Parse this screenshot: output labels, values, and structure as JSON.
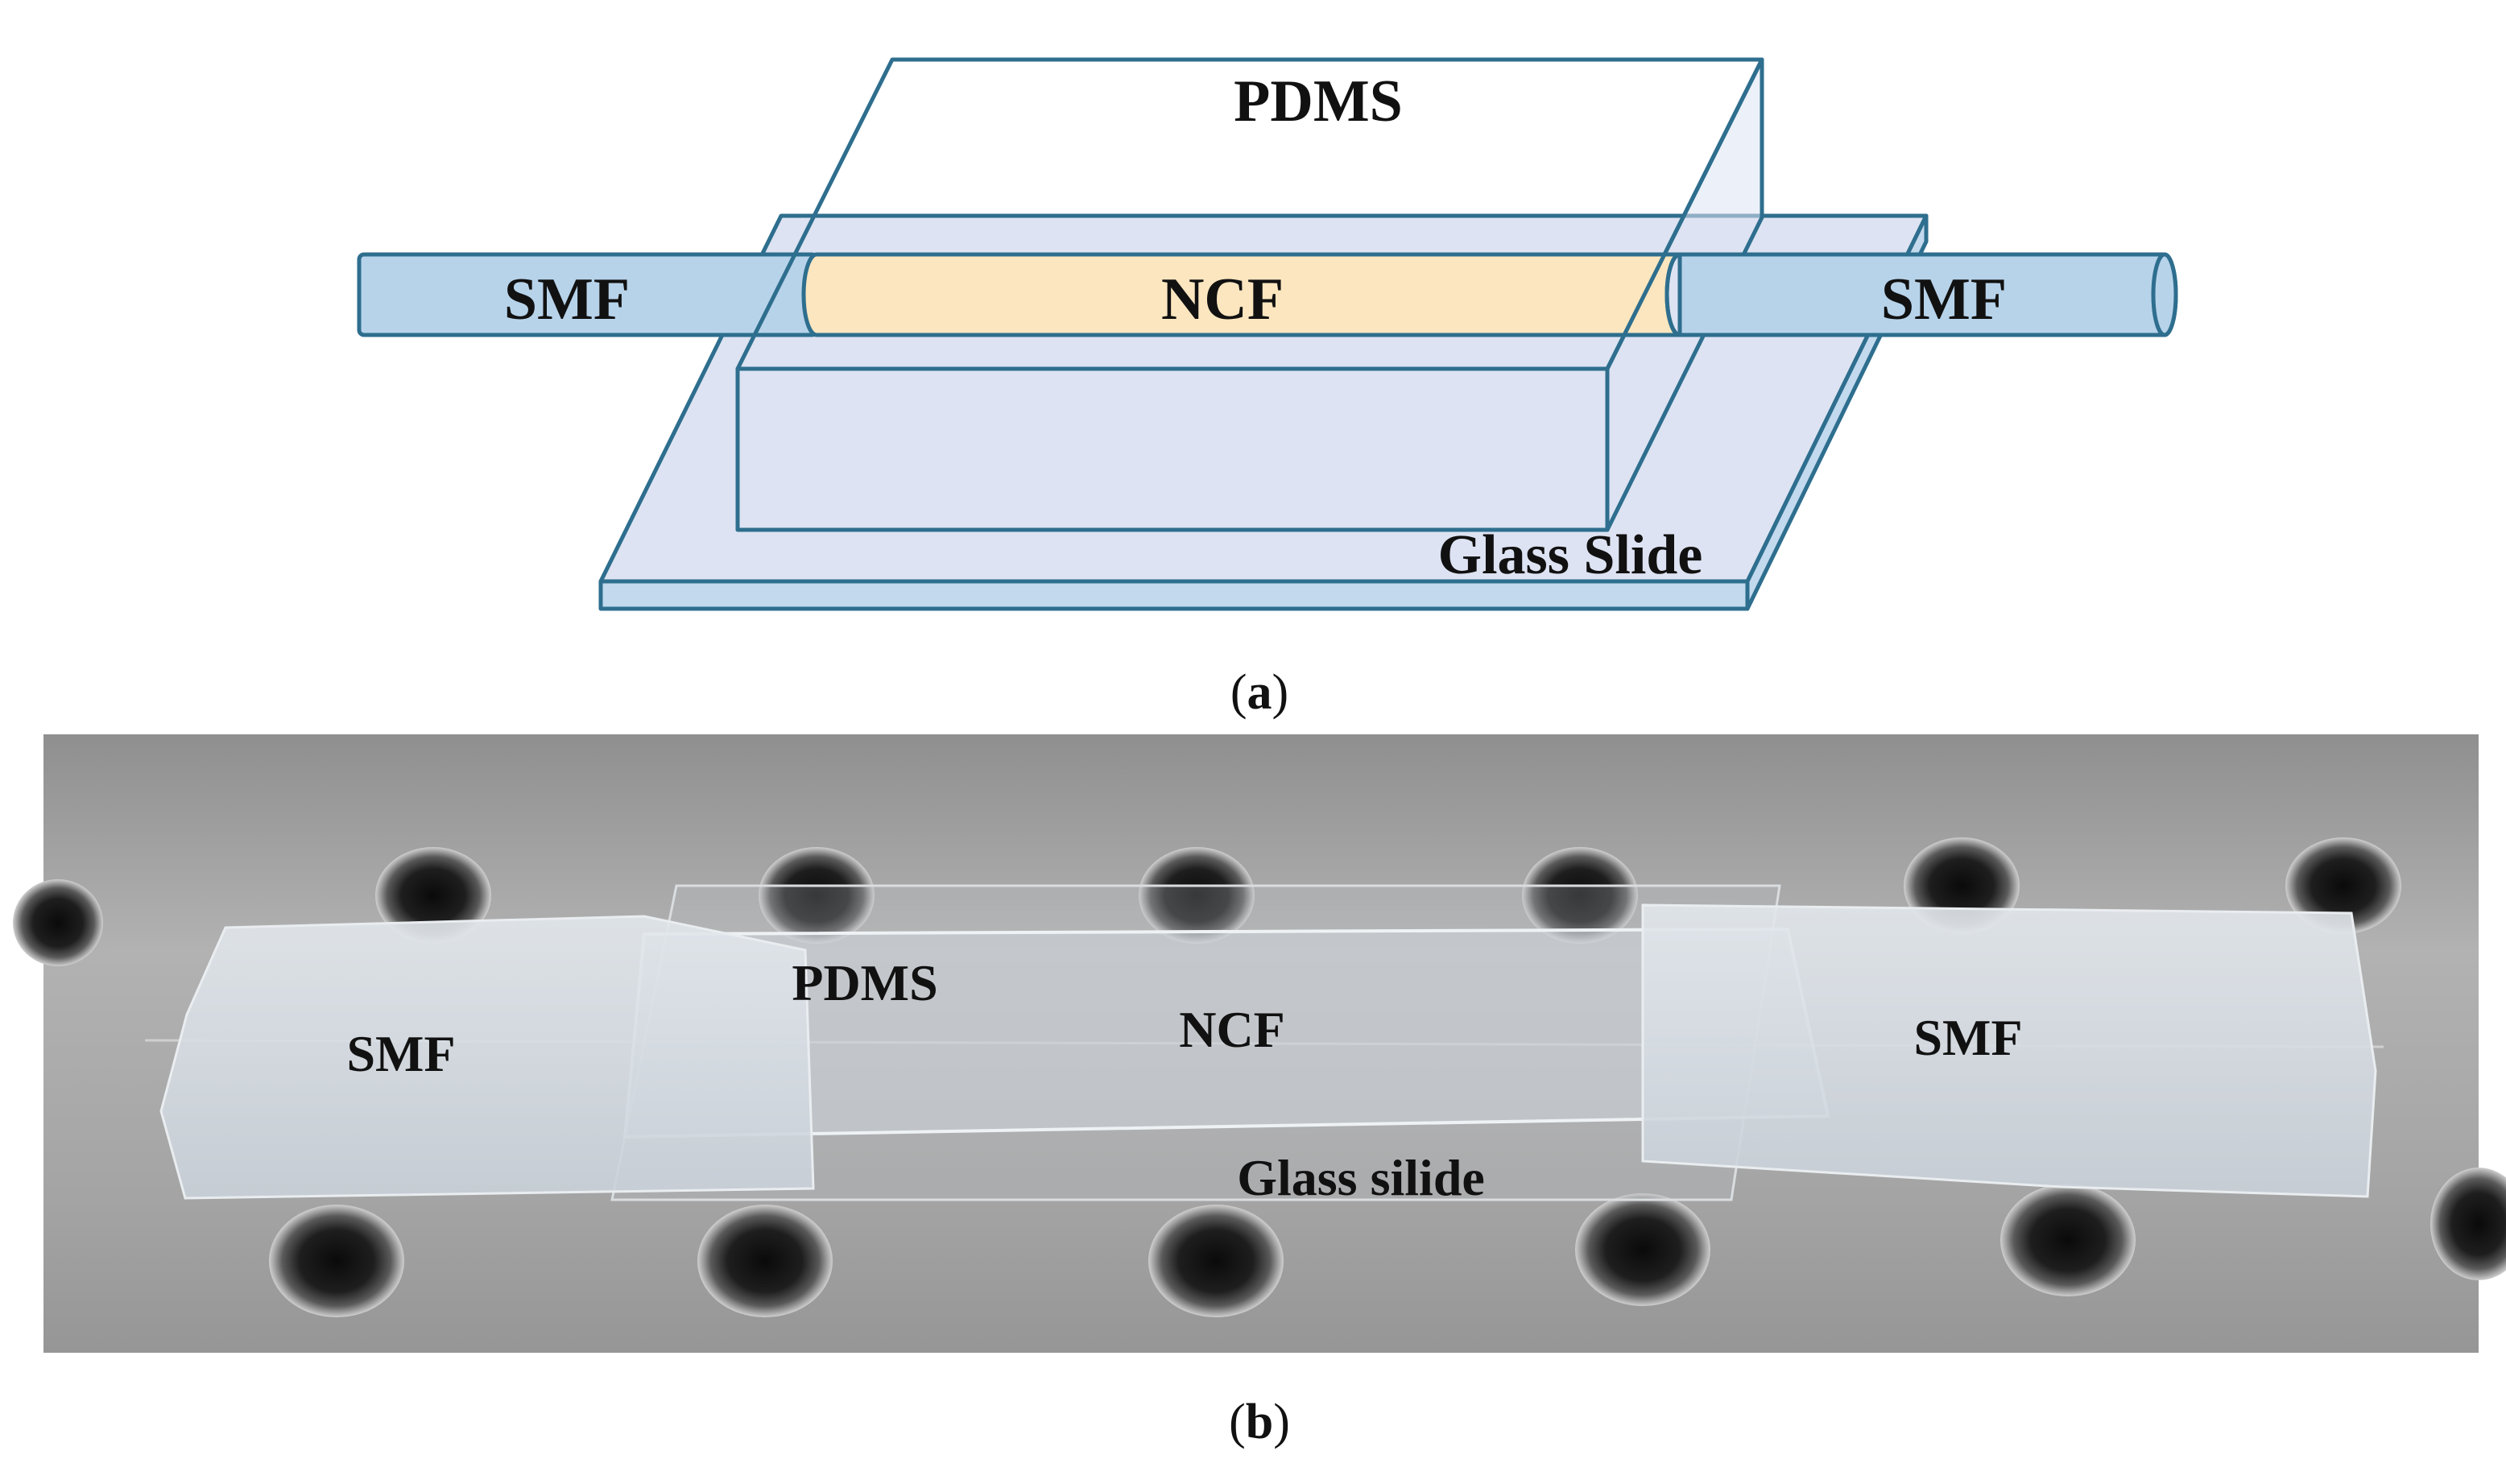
{
  "panel_a": {
    "caption_open": "(",
    "caption_letter": "a",
    "caption_close": ")",
    "labels": {
      "pdms": "PDMS",
      "smf_left": "SMF",
      "ncf": "NCF",
      "smf_right": "SMF",
      "glass_slide": "Glass Slide"
    },
    "colors": {
      "outline": "#2e6e8e",
      "fiber_fill": "#b7d3ea",
      "ncf_fill": "#fbe6bf",
      "slide_fill": "#dde3f2",
      "slide_edge": "#c2d9ee"
    }
  },
  "panel_b": {
    "caption_open": "(",
    "caption_letter": "b",
    "caption_close": ")",
    "labels": {
      "smf_left": "SMF",
      "pdms": "PDMS",
      "ncf": "NCF",
      "smf_right": "SMF",
      "glass_slide": "Glass silide"
    },
    "colors": {
      "plate": "#a9a9a9",
      "tape": "#d4dbe2",
      "hole": "#141414"
    }
  }
}
